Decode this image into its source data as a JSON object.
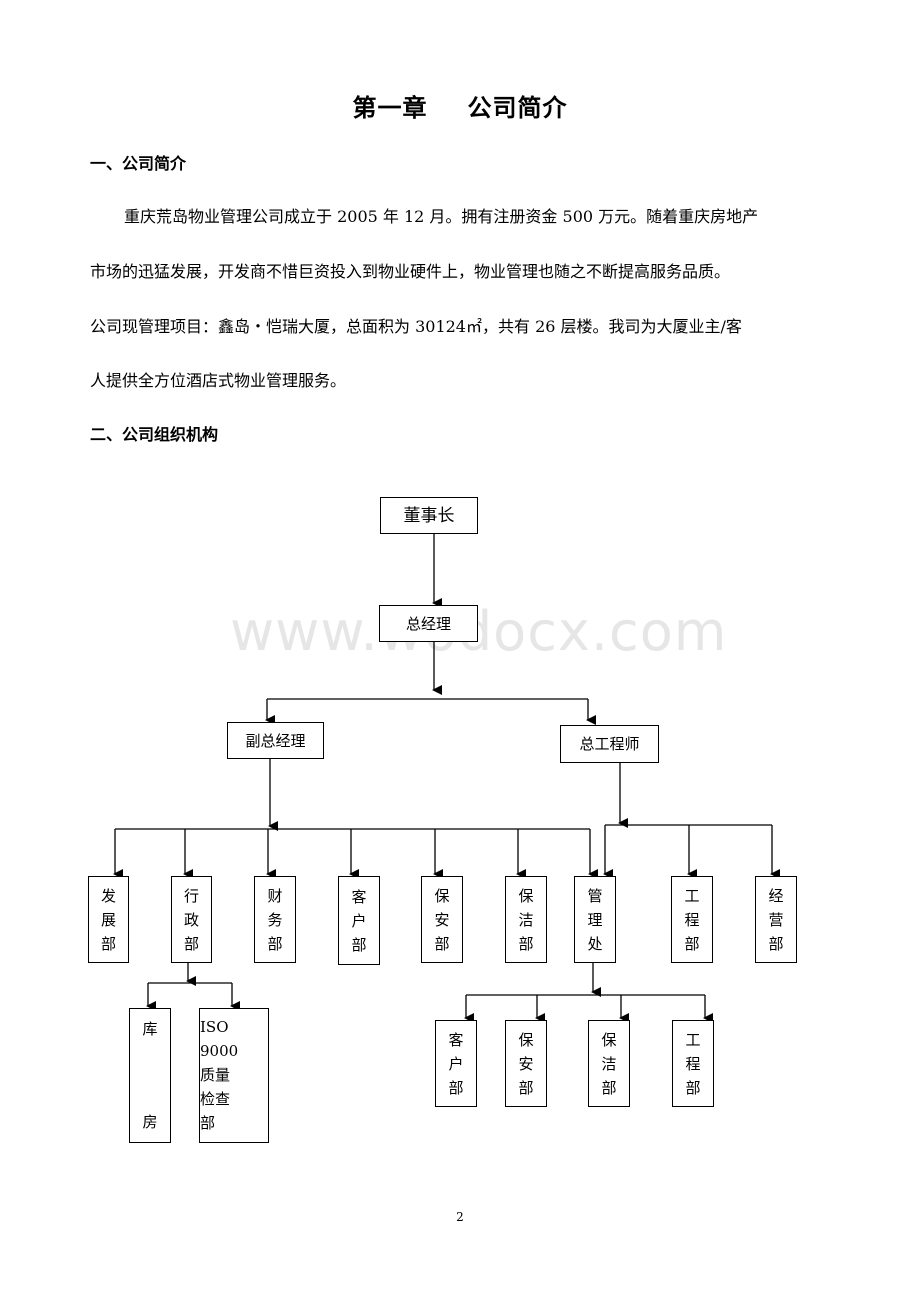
{
  "page": {
    "chapter_number": "第一章",
    "chapter_name": "公司简介",
    "section1_heading": "一、公司简介",
    "paragraph_lines": [
      "重庆荒岛物业管理公司成立于 2005 年 12 月。拥有注册资金 500 万元。随着重庆房地产",
      "市场的迅猛发展，开发商不惜巨资投入到物业硬件上，物业管理也随之不断提高服务品质。",
      "公司现管理项目：鑫岛・恺瑞大厦，总面积为 30124㎡，共有 26 层楼。我司为大厦业主/客",
      "人提供全方位酒店式物业管理服务。"
    ],
    "section2_heading": "二、公司组织机构",
    "watermark": "www.wodocx.com",
    "page_number": "2"
  },
  "org_chart": {
    "chairman": "董事长",
    "general_manager": "总经理",
    "deputy_gm": "副总经理",
    "chief_engineer": "总工程师",
    "departments": {
      "development": [
        "发",
        "展",
        "部"
      ],
      "admin": [
        "行",
        "政",
        "部"
      ],
      "finance": [
        "财",
        "务",
        "部"
      ],
      "customer": [
        "客",
        "户",
        "部"
      ],
      "security": [
        "保",
        "安",
        "部"
      ],
      "cleaning": [
        "保",
        "洁",
        "部"
      ],
      "management_office": [
        "管",
        "理",
        "处"
      ],
      "engineering": [
        "工",
        "程",
        "部"
      ],
      "operations": [
        "经",
        "营",
        "部"
      ]
    },
    "admin_children": {
      "warehouse": [
        "库",
        "房"
      ],
      "iso": [
        "ISO",
        "9000",
        "质量",
        "检查",
        "部"
      ]
    },
    "office_children": {
      "customer": [
        "客",
        "户",
        "部"
      ],
      "security": [
        "保",
        "安",
        "部"
      ],
      "cleaning": [
        "保",
        "洁",
        "部"
      ],
      "engineering": [
        "工",
        "程",
        "部"
      ]
    }
  }
}
